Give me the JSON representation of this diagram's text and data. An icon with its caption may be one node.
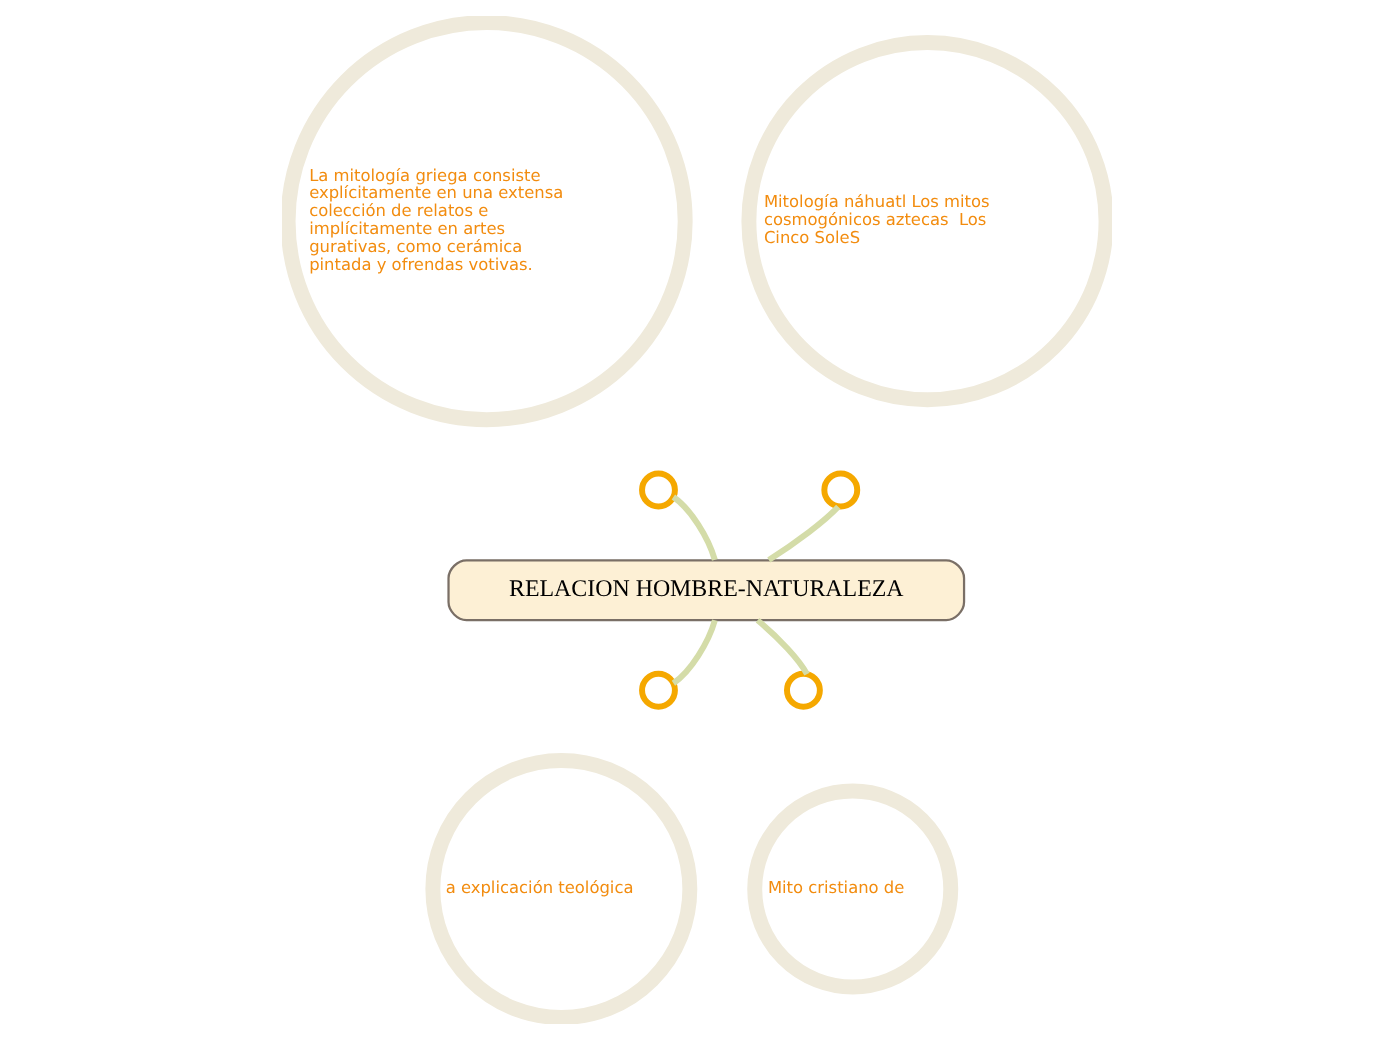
{
  "diagram": {
    "nodes": [
      {
        "text": [
          "RELACION HOMBRE-NATURALEZA"
        ]
      },
      {
        "text": [],
        "shape": "circle"
      },
      {
        "text": [],
        "shape": "circle"
      },
      {
        "text": [],
        "shape": "circle"
      },
      {
        "text": [],
        "shape": "circle"
      },
      {
        "text": [
          "La mitología griega consiste explícitamente en una extensa colección de relatos e implícitamente en artes  gurativas, como cerámica pintada y ofrendas votivas."
        ]
      },
      {
        "text": [
          "Mitología náhuatl Los mitos cosmogónicos aztecas  Los Cinco SoleS"
        ]
      },
      {
        "text": [
          "a explicación teológica"
        ]
      },
      {
        "text": [
          "Mito cristiano de"
        ]
      }
    ],
    "edges": [
      {
        "from": 0,
        "to": 1,
        "arrow": "none"
      },
      {
        "from": 0,
        "to": 2,
        "arrow": "none"
      },
      {
        "from": 0,
        "to": 3,
        "arrow": "none"
      },
      {
        "from": 0,
        "to": 4,
        "arrow": "none"
      }
    ]
  }
}
